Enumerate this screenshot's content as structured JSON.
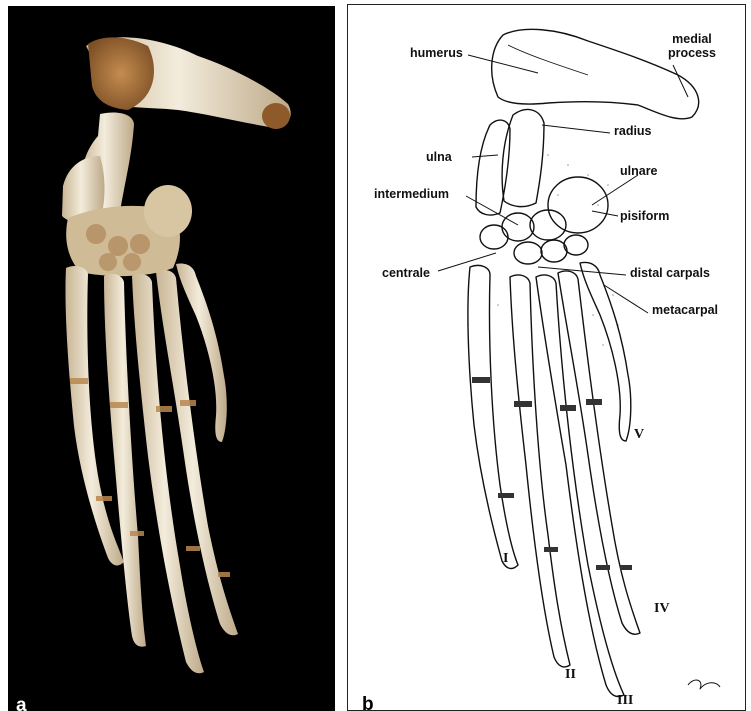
{
  "panels": [
    {
      "letter": "a"
    },
    {
      "letter": "b"
    }
  ],
  "labels": {
    "humerus": "humerus",
    "medial_process": "medial\nprocess",
    "radius": "radius",
    "ulna": "ulna",
    "ulnare": "ulnare",
    "intermedium": "intermedium",
    "pisiform": "pisiform",
    "centrale": "centrale",
    "distal_carpals": "distal carpals",
    "metacarpal": "metacarpal"
  },
  "digits": [
    "I",
    "II",
    "III",
    "IV",
    "V"
  ],
  "signature": "DM",
  "colors": {
    "photo_background": "#000000",
    "bone_light": "#efe6d2",
    "bone_stain": "#a8733d",
    "ink": "#111111"
  }
}
